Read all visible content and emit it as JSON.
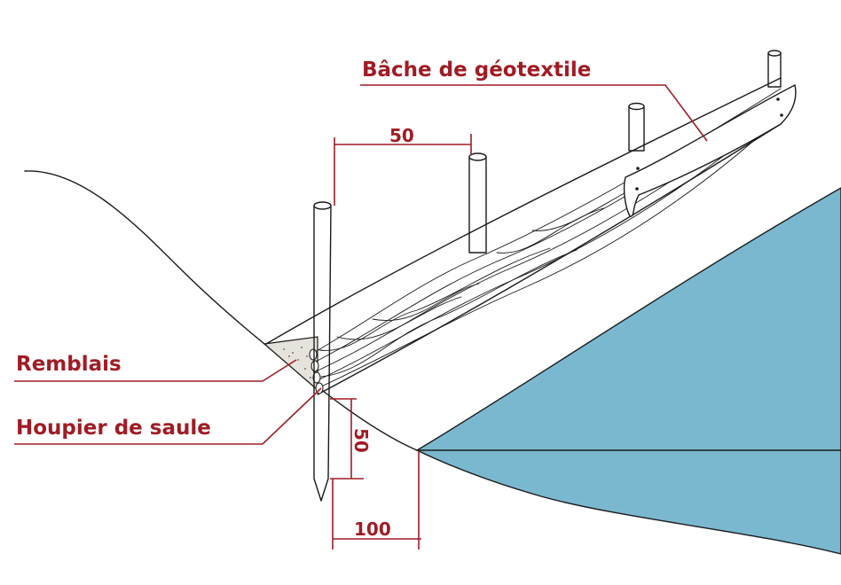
{
  "labels": {
    "geotextile": "Bâche de géotextile",
    "remblais": "Remblais",
    "houpier": "Houpier de saule"
  },
  "dimensions": {
    "stake_spacing": "50",
    "depth": "50",
    "bank_offset": "100"
  },
  "colors": {
    "water": "#7ab8d0",
    "annotation": "#a01c24",
    "ink": "#1a1a1a",
    "fill_soil": "#e6e2dc"
  }
}
